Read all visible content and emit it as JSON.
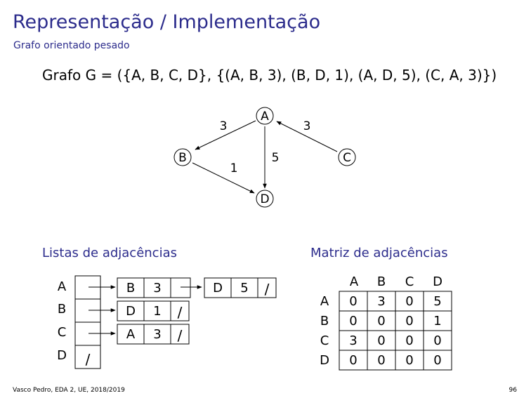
{
  "slide": {
    "title": "Representação / Implementação",
    "subtitle": "Grafo orientado pesado",
    "formula": "Grafo G = ({A, B, C, D}, {(A, B, 3), (B, D, 1), (A, D, 5), (C, A, 3)})",
    "footer_left": "Vasco Pedro, EDA 2, UE, 2018/2019",
    "footer_right": "96"
  },
  "graph": {
    "nodes": [
      "A",
      "B",
      "C",
      "D"
    ],
    "edges": [
      {
        "from": "A",
        "to": "B",
        "weight": "3"
      },
      {
        "from": "B",
        "to": "D",
        "weight": "1"
      },
      {
        "from": "A",
        "to": "D",
        "weight": "5"
      },
      {
        "from": "C",
        "to": "A",
        "weight": "3"
      }
    ]
  },
  "adjacency_lists": {
    "heading": "Listas de adjacências",
    "rows": [
      "A",
      "B",
      "C",
      "D"
    ],
    "cells": [
      {
        "node": "B",
        "weight": "3"
      },
      {
        "node": "D",
        "weight": "5"
      },
      {
        "node": "D",
        "weight": "1"
      },
      {
        "node": "A",
        "weight": "3"
      }
    ],
    "null_mark": "/"
  },
  "adjacency_matrix": {
    "heading": "Matriz de adjacências",
    "columns": [
      "A",
      "B",
      "C",
      "D"
    ],
    "rows": [
      "A",
      "B",
      "C",
      "D"
    ],
    "values": [
      [
        "0",
        "3",
        "0",
        "5"
      ],
      [
        "0",
        "0",
        "0",
        "1"
      ],
      [
        "3",
        "0",
        "0",
        "0"
      ],
      [
        "0",
        "0",
        "0",
        "0"
      ]
    ]
  }
}
